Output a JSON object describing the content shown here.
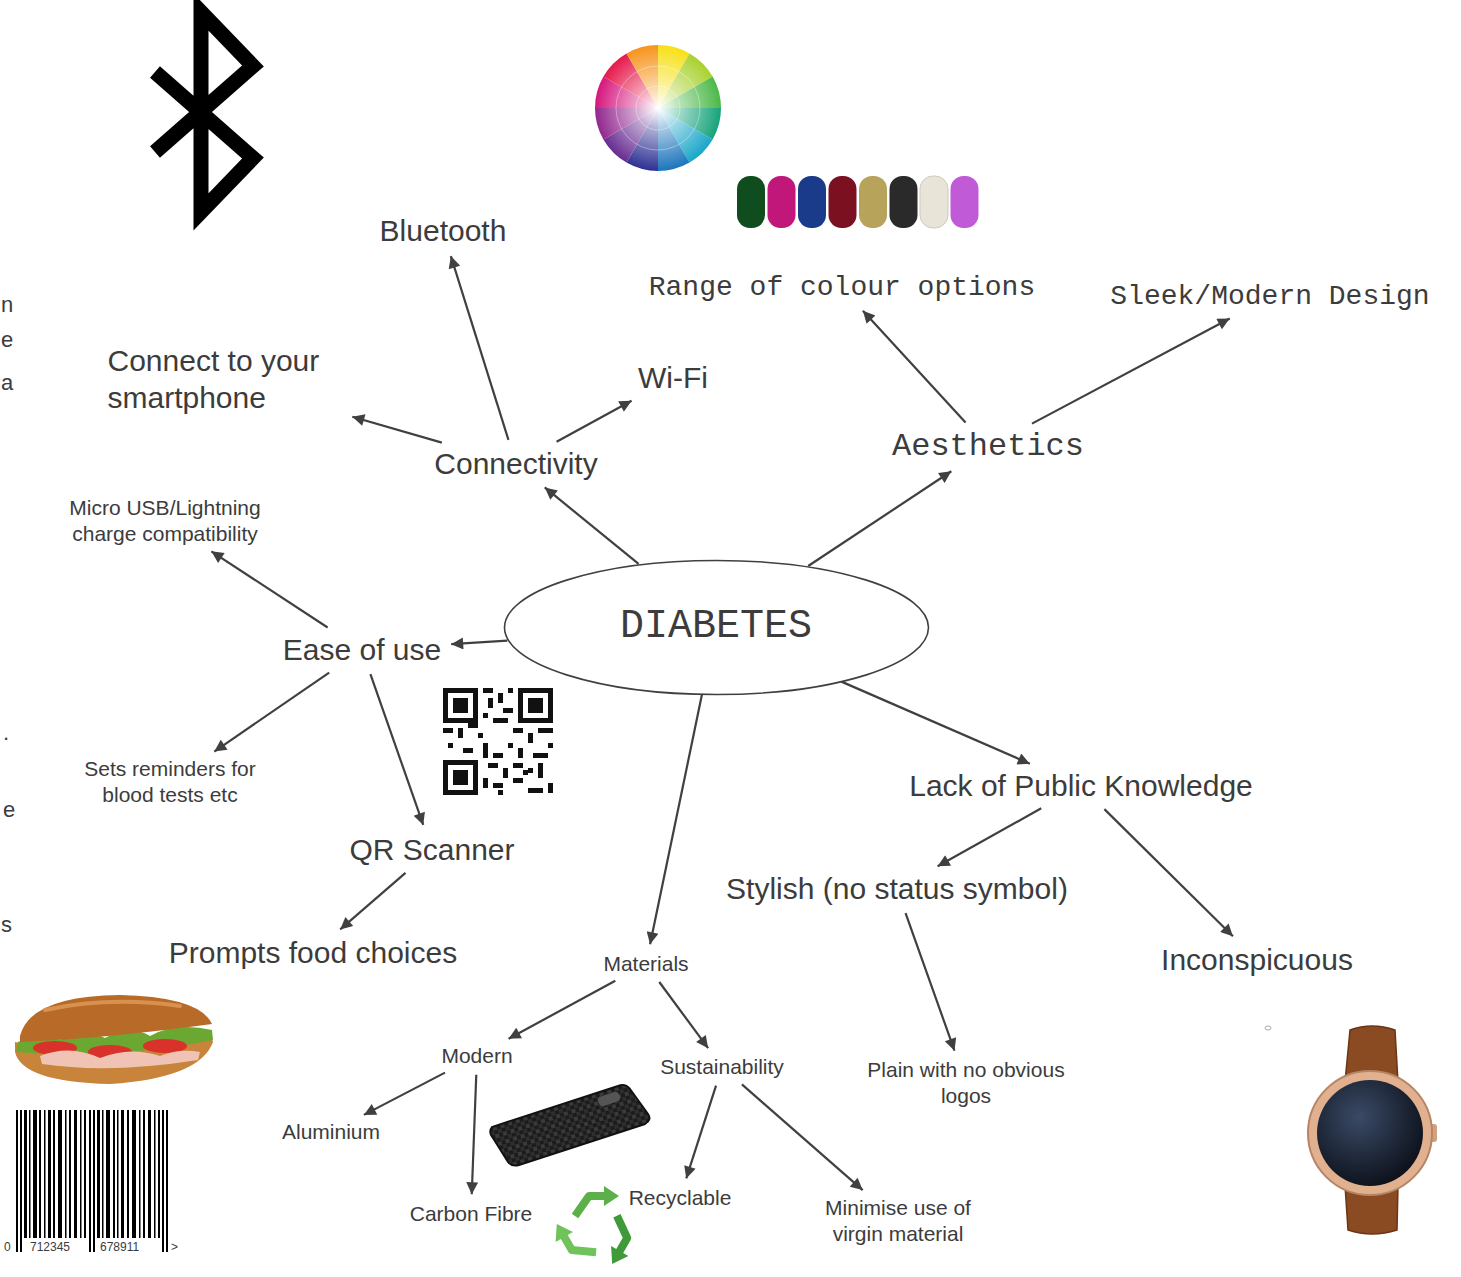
{
  "diagram": {
    "nodes": [
      {
        "text": [
          "DIABETES"
        ]
      },
      {
        "text": [
          "Connectivity"
        ]
      },
      {
        "text": [
          "Bluetooth"
        ]
      },
      {
        "text": [
          "Wi-Fi"
        ]
      },
      {
        "text": [
          "Connect to your smartphone"
        ]
      },
      {
        "text": [
          "Aesthetics"
        ]
      },
      {
        "text": [
          "Range of colour options"
        ]
      },
      {
        "text": [
          "Sleek/Modern Design"
        ]
      },
      {
        "text": [
          "Ease of use"
        ]
      },
      {
        "text": [
          "Micro USB/Lightning charge compatibility"
        ]
      },
      {
        "text": [
          "Sets reminders for blood tests etc"
        ]
      },
      {
        "text": [
          "QR Scanner"
        ]
      },
      {
        "text": [
          "Prompts food choices"
        ]
      },
      {
        "text": [
          "Materials"
        ]
      },
      {
        "text": [
          "Modern"
        ]
      },
      {
        "text": [
          "Sustainability"
        ]
      },
      {
        "text": [
          "Aluminium"
        ]
      },
      {
        "text": [
          "Carbon Fibre"
        ]
      },
      {
        "text": [
          "Recyclable"
        ]
      },
      {
        "text": [
          "Minimise use of virgin material"
        ]
      },
      {
        "text": [
          "Lack of Public Knowledge"
        ]
      },
      {
        "text": [
          "Stylish (no status symbol)"
        ]
      },
      {
        "text": [
          "Inconspicuous"
        ]
      },
      {
        "text": [
          "Plain with no obvious logos"
        ]
      }
    ],
    "edges": [
      {
        "from": 0,
        "to": 1,
        "arrow": "to"
      },
      {
        "from": 1,
        "to": 2,
        "arrow": "to"
      },
      {
        "from": 1,
        "to": 3,
        "arrow": "to"
      },
      {
        "from": 1,
        "to": 4,
        "arrow": "to"
      },
      {
        "from": 0,
        "to": 5,
        "arrow": "to"
      },
      {
        "from": 5,
        "to": 6,
        "arrow": "to"
      },
      {
        "from": 5,
        "to": 7,
        "arrow": "to"
      },
      {
        "from": 0,
        "to": 8,
        "arrow": "to"
      },
      {
        "from": 8,
        "to": 9,
        "arrow": "to"
      },
      {
        "from": 8,
        "to": 10,
        "arrow": "to"
      },
      {
        "from": 8,
        "to": 11,
        "arrow": "to"
      },
      {
        "from": 11,
        "to": 12,
        "arrow": "to"
      },
      {
        "from": 0,
        "to": 13,
        "arrow": "to"
      },
      {
        "from": 13,
        "to": 14,
        "arrow": "to"
      },
      {
        "from": 13,
        "to": 15,
        "arrow": "to"
      },
      {
        "from": 14,
        "to": 16,
        "arrow": "to"
      },
      {
        "from": 14,
        "to": 17,
        "arrow": "to"
      },
      {
        "from": 15,
        "to": 18,
        "arrow": "to"
      },
      {
        "from": 15,
        "to": 19,
        "arrow": "to"
      },
      {
        "from": 0,
        "to": 20,
        "arrow": "to"
      },
      {
        "from": 20,
        "to": 21,
        "arrow": "to"
      },
      {
        "from": 20,
        "to": 22,
        "arrow": "to"
      },
      {
        "from": 21,
        "to": 23,
        "arrow": "to"
      }
    ],
    "labels": [
      "n",
      "e",
      "a",
      ".",
      "e",
      "s",
      "0",
      "712345",
      "678911",
      ">"
    ]
  }
}
